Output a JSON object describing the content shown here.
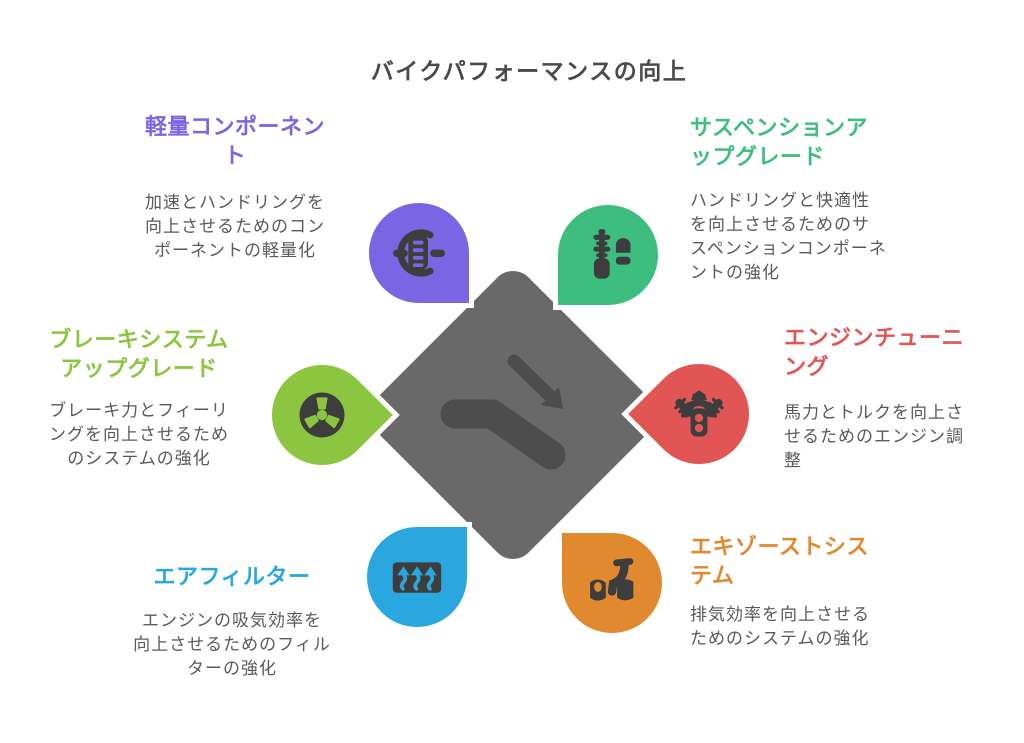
{
  "title": "バイクパフォーマンスの向上",
  "center": {
    "icon": "descend-arrow-icon",
    "shape_color": "#696969",
    "icon_color": "#4d4d4d"
  },
  "sections": [
    {
      "id": "lightweight-components",
      "title": "軽量コンポーネン\nト",
      "body": "加速とハンドリングを\n向上させるためのコン\nポーネントの軽量化",
      "color": "#7a66e3",
      "icon": "clutch-roller-icon",
      "position": "top-left"
    },
    {
      "id": "suspension-upgrade",
      "title": "サスペンションア\nップグレード",
      "body": "ハンドリングと快適性\nを向上させるためのサ\nスペンションコンポーネ\nントの強化",
      "color": "#3dbe7e",
      "icon": "suspension-icon",
      "position": "top-right"
    },
    {
      "id": "brake-system-upgrade",
      "title": "ブレーキシステム\nアップグレード",
      "body": "ブレーキ力とフィーリ\nングを向上させるため\nのシステムの強化",
      "color": "#8cc540",
      "icon": "brake-disc-icon",
      "position": "middle-left"
    },
    {
      "id": "engine-tuning",
      "title": "エンジンチューニ\nング",
      "body": "馬力とトルクを向上さ\nせるためのエンジン調\n整",
      "color": "#e15554",
      "icon": "engine-icon",
      "position": "middle-right"
    },
    {
      "id": "air-filter",
      "title": "エアフィルター",
      "body": "エンジンの吸気効率を\n向上させるためのフィル\nターの強化",
      "color": "#29a7de",
      "icon": "air-filter-icon",
      "position": "bottom-left"
    },
    {
      "id": "exhaust-system",
      "title": "エキゾーストシス\nテム",
      "body": "排気効率を向上させる\nためのシステムの強化",
      "color": "#e1892f",
      "icon": "exhaust-icon",
      "position": "bottom-right"
    }
  ]
}
